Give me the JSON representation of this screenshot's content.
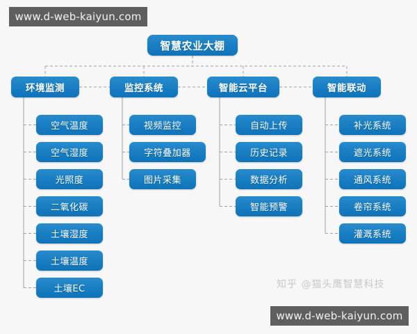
{
  "watermarks": {
    "top_url": "www.d-web-kaiyun.com",
    "bottom_url": "www.d-web-kaiyun.com",
    "zhihu": "知乎 @猫头鹰智慧科技"
  },
  "colors": {
    "node_fill_top": "#2a8ccc",
    "node_fill_bottom": "#0f73b9",
    "node_text": "#ffffff",
    "connector": "#9aa3a8",
    "background": "#f7f7f7",
    "watermark_bar": "#5f5f5f"
  },
  "diagram": {
    "type": "org-chart",
    "root": {
      "label": "智慧农业大棚"
    },
    "branches": [
      {
        "label": "环境监测",
        "children": [
          {
            "label": "空气温度"
          },
          {
            "label": "空气湿度"
          },
          {
            "label": "光照度"
          },
          {
            "label": "二氧化碳"
          },
          {
            "label": "土壤湿度"
          },
          {
            "label": "土壤温度"
          },
          {
            "label": "土壤EC"
          }
        ]
      },
      {
        "label": "监控系统",
        "children": [
          {
            "label": "视频监控"
          },
          {
            "label": "字符叠加器"
          },
          {
            "label": "图片采集"
          }
        ]
      },
      {
        "label": "智能云平台",
        "children": [
          {
            "label": "自动上传"
          },
          {
            "label": "历史记录"
          },
          {
            "label": "数据分析"
          },
          {
            "label": "智能预警"
          }
        ]
      },
      {
        "label": "智能联动",
        "children": [
          {
            "label": "补光系统"
          },
          {
            "label": "遮光系统"
          },
          {
            "label": "通风系统"
          },
          {
            "label": "卷帘系统"
          },
          {
            "label": "灌溉系统"
          }
        ]
      }
    ]
  }
}
